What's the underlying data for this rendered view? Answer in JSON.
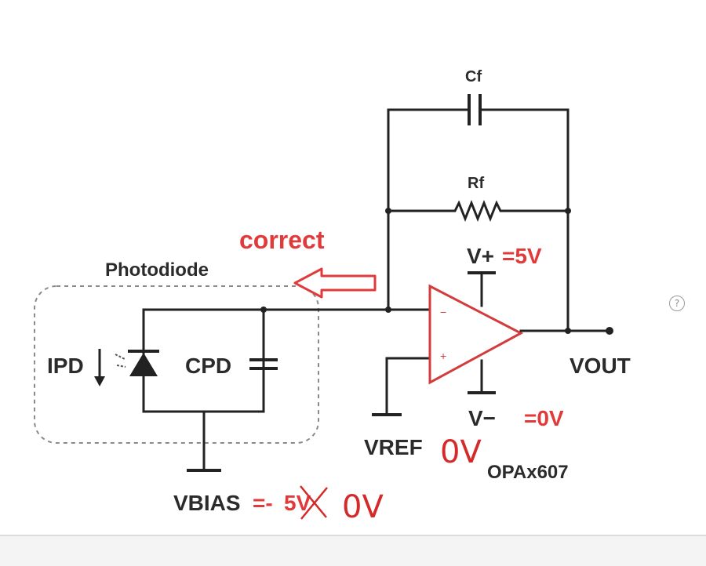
{
  "labels": {
    "cf": "Cf",
    "rf": "Rf",
    "correct": "correct",
    "photodiode": "Photodiode",
    "vplus": "V+",
    "vplus_val": "=5V",
    "vout": "VOUT",
    "vminus": "V−",
    "vminus_val": "=0V",
    "vref": "VREF",
    "vref_note": "0V",
    "opamp": "OPAx607",
    "ipd": "IPD",
    "cpd": "CPD",
    "vbias": "VBIAS",
    "vbias_eq": "=-",
    "vbias_struck": "5V",
    "vbias_note": "0V",
    "op_minus": "−",
    "op_plus": "+"
  },
  "icons": {
    "help": "?"
  },
  "colors": {
    "annotation": "#e03a3a",
    "wire": "#222222",
    "opamp": "#d23c3c"
  }
}
